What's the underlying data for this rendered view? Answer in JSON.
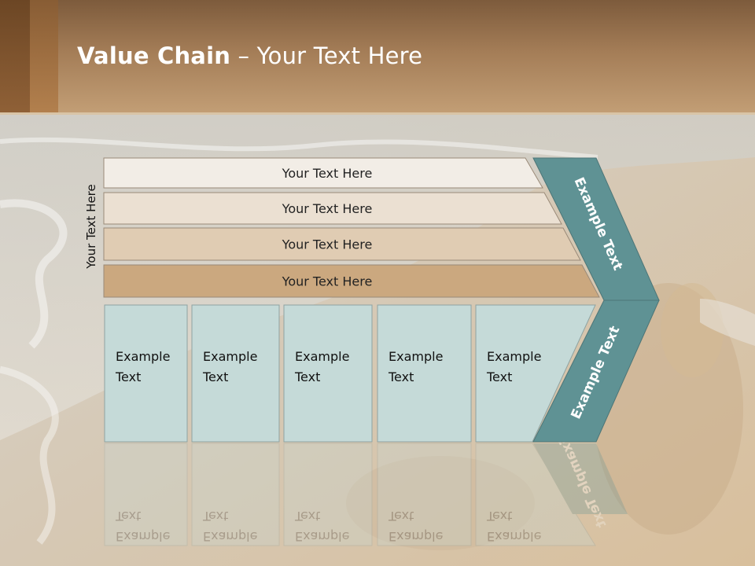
{
  "title": {
    "bold": "Value Chain",
    "rest": " – Your Text Here"
  },
  "side_label": "Your Text Here",
  "bars": [
    {
      "label": "Your Text Here",
      "color": "#f2ede6"
    },
    {
      "label": "Your Text Here",
      "color": "#ebe0d2"
    },
    {
      "label": "Your Text Here",
      "color": "#e0ccb3"
    },
    {
      "label": "Your Text Here",
      "color": "#cba87f"
    }
  ],
  "boxes": [
    {
      "line1": "Example",
      "line2": "Text"
    },
    {
      "line1": "Example",
      "line2": "Text"
    },
    {
      "line1": "Example",
      "line2": "Text"
    },
    {
      "line1": "Example",
      "line2": "Text"
    },
    {
      "line1": "Example",
      "line2": "Text"
    }
  ],
  "chevrons": [
    {
      "label": "Example Text"
    },
    {
      "label": "Example Text"
    }
  ],
  "colors": {
    "box_fill": "#c5dad8",
    "chevron_fill": "#5f9294",
    "header": "#a47d57"
  }
}
